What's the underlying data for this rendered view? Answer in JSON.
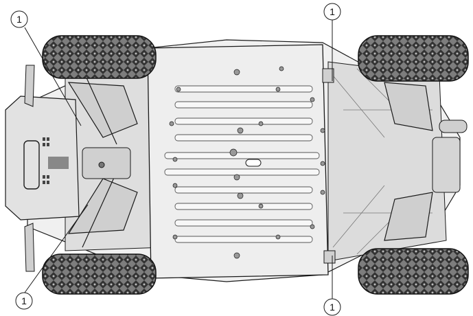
{
  "figure": {
    "description_hidden": "",
    "callouts": [
      {
        "id": "callout-front-left-top",
        "label": "1"
      },
      {
        "id": "callout-rear-top",
        "label": "1"
      },
      {
        "id": "callout-front-left-bottom",
        "label": "1"
      },
      {
        "id": "callout-rear-bottom",
        "label": "1"
      }
    ]
  },
  "colors": {
    "line": "#1a1a1a",
    "body_fill": "#e8e8e8",
    "skid_fill": "#ededed",
    "tire_dark": "#2b2b2b",
    "tire_mid": "#6a6a6a",
    "frame_fill": "#d9d9d9"
  }
}
